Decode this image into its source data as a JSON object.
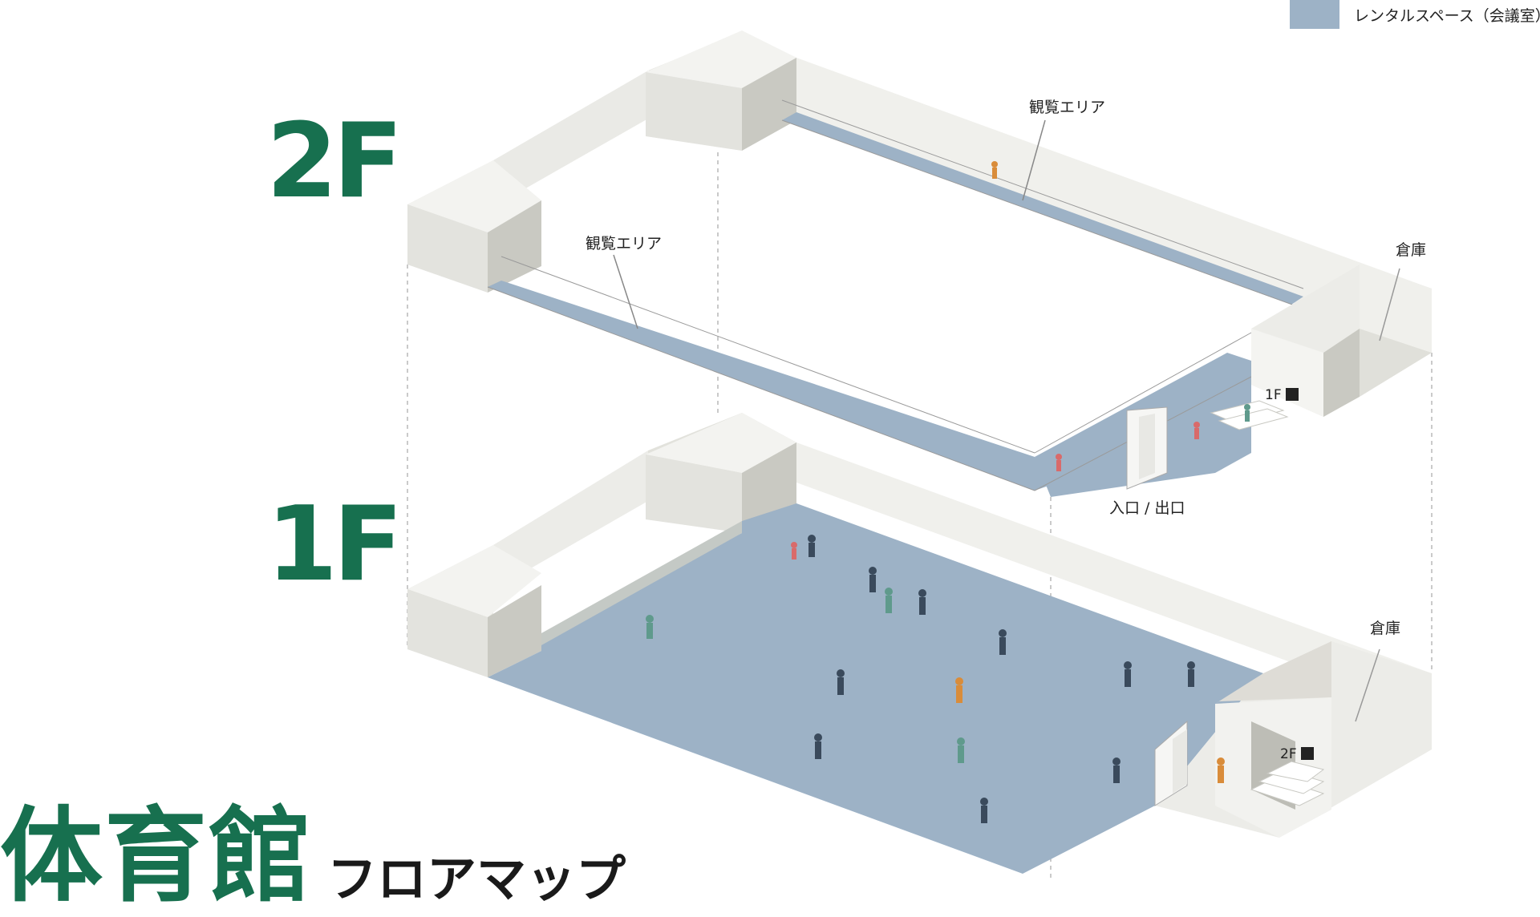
{
  "legend": {
    "label": "レンタルスペース（会議室）",
    "color": "#9db2c6"
  },
  "floors": {
    "upper": "2F",
    "lower": "1F"
  },
  "labels": {
    "viewing_area_left": "観覧エリア",
    "viewing_area_right": "観覧エリア",
    "storage_2f": "倉庫",
    "storage_1f": "倉庫",
    "entrance_exit": "入口 / 出口",
    "stairs_to_1f": "1F",
    "stairs_to_2f": "2F"
  },
  "title": {
    "main": "体育館",
    "sub": "フロアマップ"
  },
  "colors": {
    "brand": "#17704f",
    "floor": "#9db2c6",
    "wall_light": "#efefeb",
    "wall_mid": "#dcdcd6",
    "wall_dark": "#c6c6bf"
  }
}
